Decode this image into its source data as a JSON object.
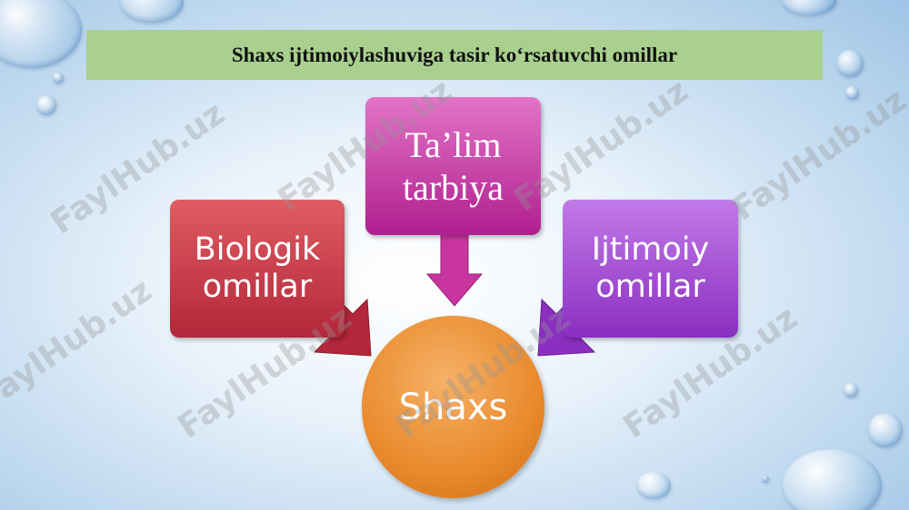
{
  "title": "Shaxs ijtimoiylashuviga tasir ko‘rsatuvchi omillar",
  "nodes": {
    "biologik": "Biologik\nomillar",
    "talim": "Ta’lim\ntarbiya",
    "ijtimoiy": "Ijtimoiy\nomillar",
    "shaxs": "Shaxs"
  },
  "watermark": "FaylHub.uz",
  "colors": {
    "title_bg": "#a9d08e",
    "biologik": "#c23a48",
    "talim": "#c8359f",
    "ijtimoiy": "#a24ed4",
    "shaxs": "#e98a2c"
  }
}
